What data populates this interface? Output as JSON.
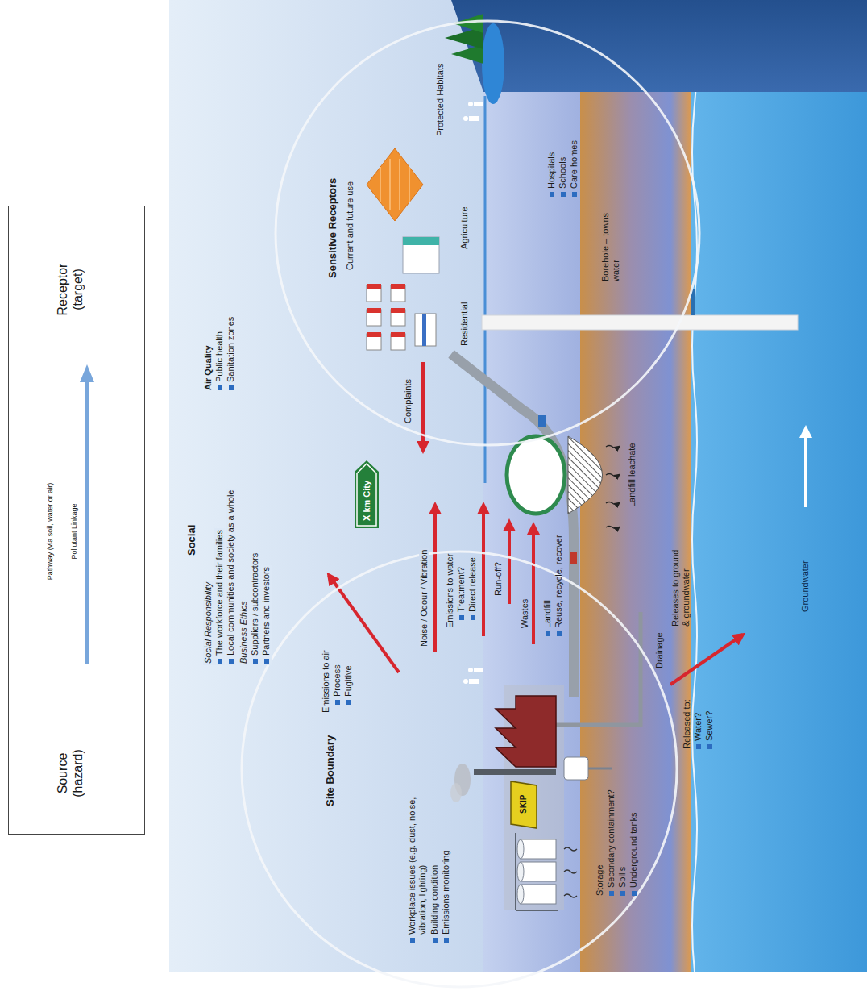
{
  "diagram": {
    "nodes": [
      {
        "text": [
          "Source (hazard)",
          "Pathway (via soil, water or air)",
          "Pollutant Linkage",
          "Receptor (target)"
        ]
      },
      {
        "text": [
          "Site Boundary"
        ]
      },
      {
        "text": [
          "SKIP"
        ],
        "in": 1
      },
      {
        "text": [
          "X km City"
        ]
      },
      {
        "text": [
          "Sensitive Receptors",
          "Current and future use"
        ]
      }
    ],
    "labels": [
      "Workplace issues (e.g. dust, noise, vibration, lighting)",
      "Building condition",
      "Emissions monitoring",
      "Storage",
      "Secondary containment?",
      "Spills",
      "Underground tanks",
      "Drainage",
      "Released to:",
      "Water?",
      "Sewer?",
      "Releases to ground & groundwater",
      "Emissions to air",
      "Process",
      "Fugitive",
      "Noise / Odour / Vibration",
      "Emissions to water",
      "Treatment?",
      "Direct release",
      "Run-off?",
      "Wastes",
      "Landfill",
      "Reuse, recycle, recover",
      "Landfill leachate",
      "Groundwater",
      "Social",
      "Social Responsibility",
      "The workforce and their families",
      "Local communities and society as a whole",
      "Business Ethics",
      "Suppliers / subcontractors",
      "Partners and investors",
      "Air Quality",
      "Public health",
      "Sanitation zones",
      "Complaints",
      "Residential",
      "Agriculture",
      "Hospitals",
      "Schools",
      "Care homes",
      "Borehole – towns water",
      "Protected Habitats"
    ]
  }
}
